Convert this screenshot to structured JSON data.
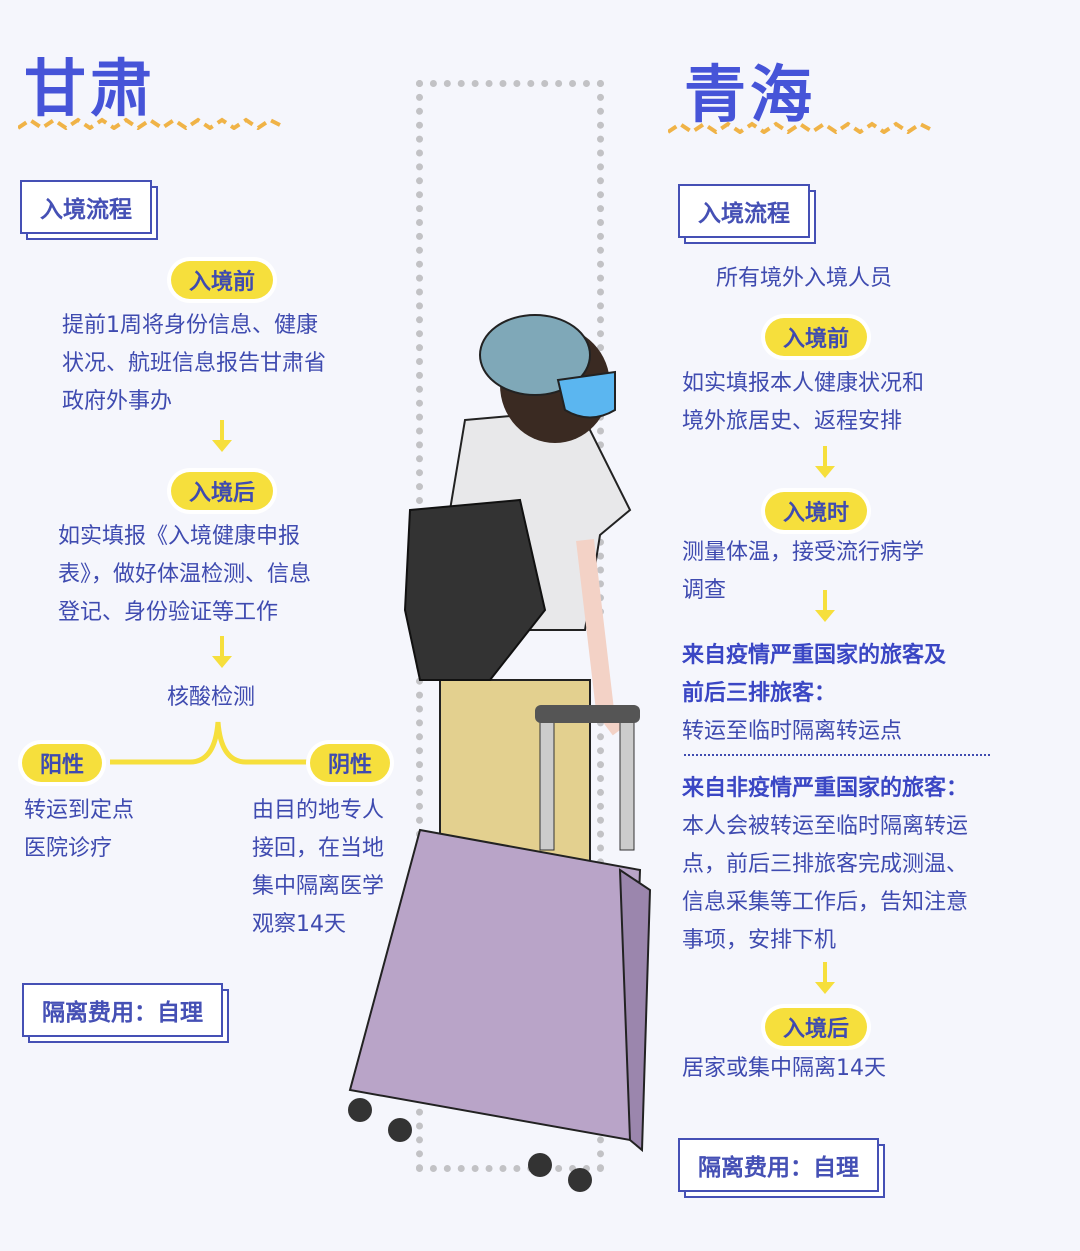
{
  "left": {
    "title": "甘肃",
    "section_label": "入境流程",
    "steps": [
      {
        "tag": "入境前",
        "lines": [
          "提前1周将身份信息、健康",
          "状况、航班信息报告甘肃省",
          "政府外事办"
        ]
      },
      {
        "tag": "入境后",
        "lines": [
          "如实填报《入境健康申报",
          "表》，做好体温检测、信息",
          "登记、身份验证等工作"
        ]
      }
    ],
    "test_label": "核酸检测",
    "positive": {
      "tag": "阳性",
      "lines": [
        "转运到定点",
        "医院诊疗"
      ]
    },
    "negative": {
      "tag": "阴性",
      "lines": [
        "由目的地专人",
        "接回，在当地",
        "集中隔离医学",
        "观察14天"
      ]
    },
    "cost": "隔离费用：自理"
  },
  "right": {
    "title": "青海",
    "section_label": "入境流程",
    "intro": "所有境外入境人员",
    "steps": [
      {
        "tag": "入境前",
        "lines": [
          "如实填报本人健康状况和",
          "境外旅居史、返程安排"
        ]
      },
      {
        "tag": "入境时",
        "lines": [
          "测量体温，接受流行病学",
          "调查"
        ]
      }
    ],
    "severe": {
      "heading": [
        "来自疫情严重国家的旅客及",
        "前后三排旅客："
      ],
      "lines": [
        "转运至临时隔离转运点"
      ]
    },
    "nonsevere": {
      "heading": [
        "来自非疫情严重国家的旅客："
      ],
      "lines": [
        "本人会被转运至临时隔离转运",
        "点，前后三排旅客完成测温、",
        "信息采集等工作后，告知注意",
        "事项，安排下机"
      ]
    },
    "after": {
      "tag": "入境后",
      "lines": [
        "居家或集中隔离14天"
      ]
    },
    "cost": "隔离费用：自理"
  },
  "colors": {
    "title": "#4654d8",
    "text": "#3f4bb0",
    "accent": "#f6df3c",
    "zigzag": "#f0b347",
    "background": "#f5f6fc"
  }
}
